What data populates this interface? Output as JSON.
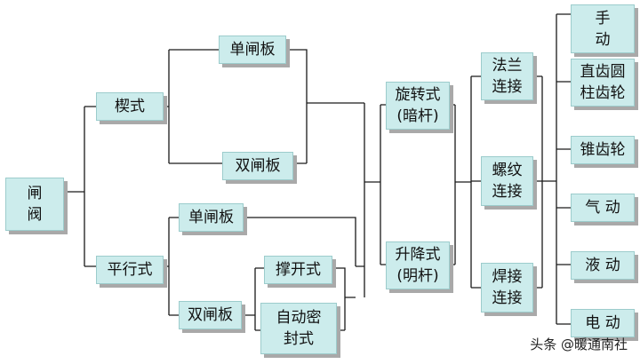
{
  "nodes": {
    "gate_valve": "闸\n阀",
    "wedge": "楔式",
    "parallel": "平行式",
    "wedge_single": "单闸板",
    "wedge_double": "双闸板",
    "parallel_single": "单闸板",
    "parallel_double": "双闸板",
    "spreading": "撑开式",
    "self_sealing": "自动密\n封式",
    "rotary": "旋转式\n(暗杆)",
    "lifting": "升降式\n(明杆)",
    "flange": "法兰\n连接",
    "thread": "螺纹\n连接",
    "welded": "焊接\n连接",
    "manual": "手\n动",
    "spur_gear": "直齿圆\n柱齿轮",
    "bevel_gear": "锥齿轮",
    "pneumatic": "气  动",
    "hydraulic": "液  动",
    "electric": "电  动"
  },
  "watermark": "头条 @暖通南社"
}
